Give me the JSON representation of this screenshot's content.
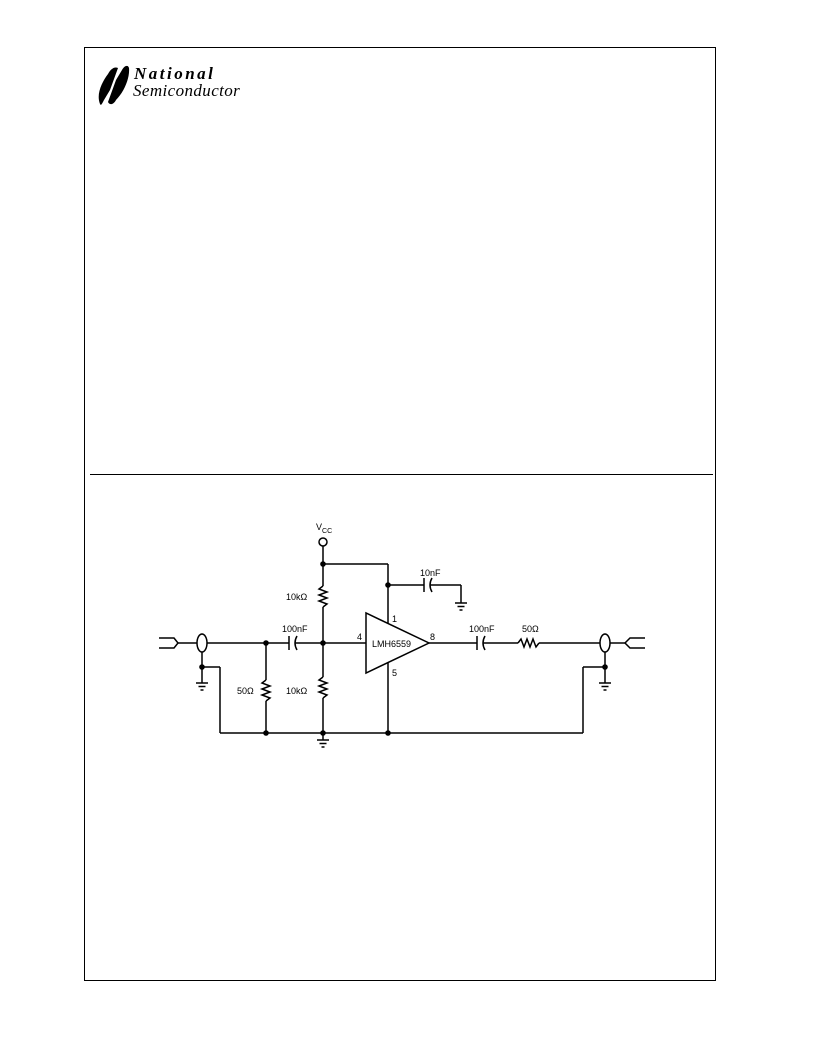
{
  "logo": {
    "line1": "National",
    "line2": "Semiconductor",
    "mark": "national-semiconductor-n-logo"
  },
  "schematic": {
    "supply_label": "V",
    "supply_subscript": "CC",
    "chip_label": "LMH6559",
    "pins": {
      "supply": "1",
      "input": "4",
      "output": "8",
      "ground": "5"
    },
    "components": {
      "bias_top_resistor": "10kΩ",
      "bias_bottom_resistor": "10kΩ",
      "input_termination": "50Ω",
      "input_coupling_cap": "100nF",
      "decoupling_cap": "10nF",
      "output_coupling_cap": "100nF",
      "output_series_resistor": "50Ω"
    }
  }
}
